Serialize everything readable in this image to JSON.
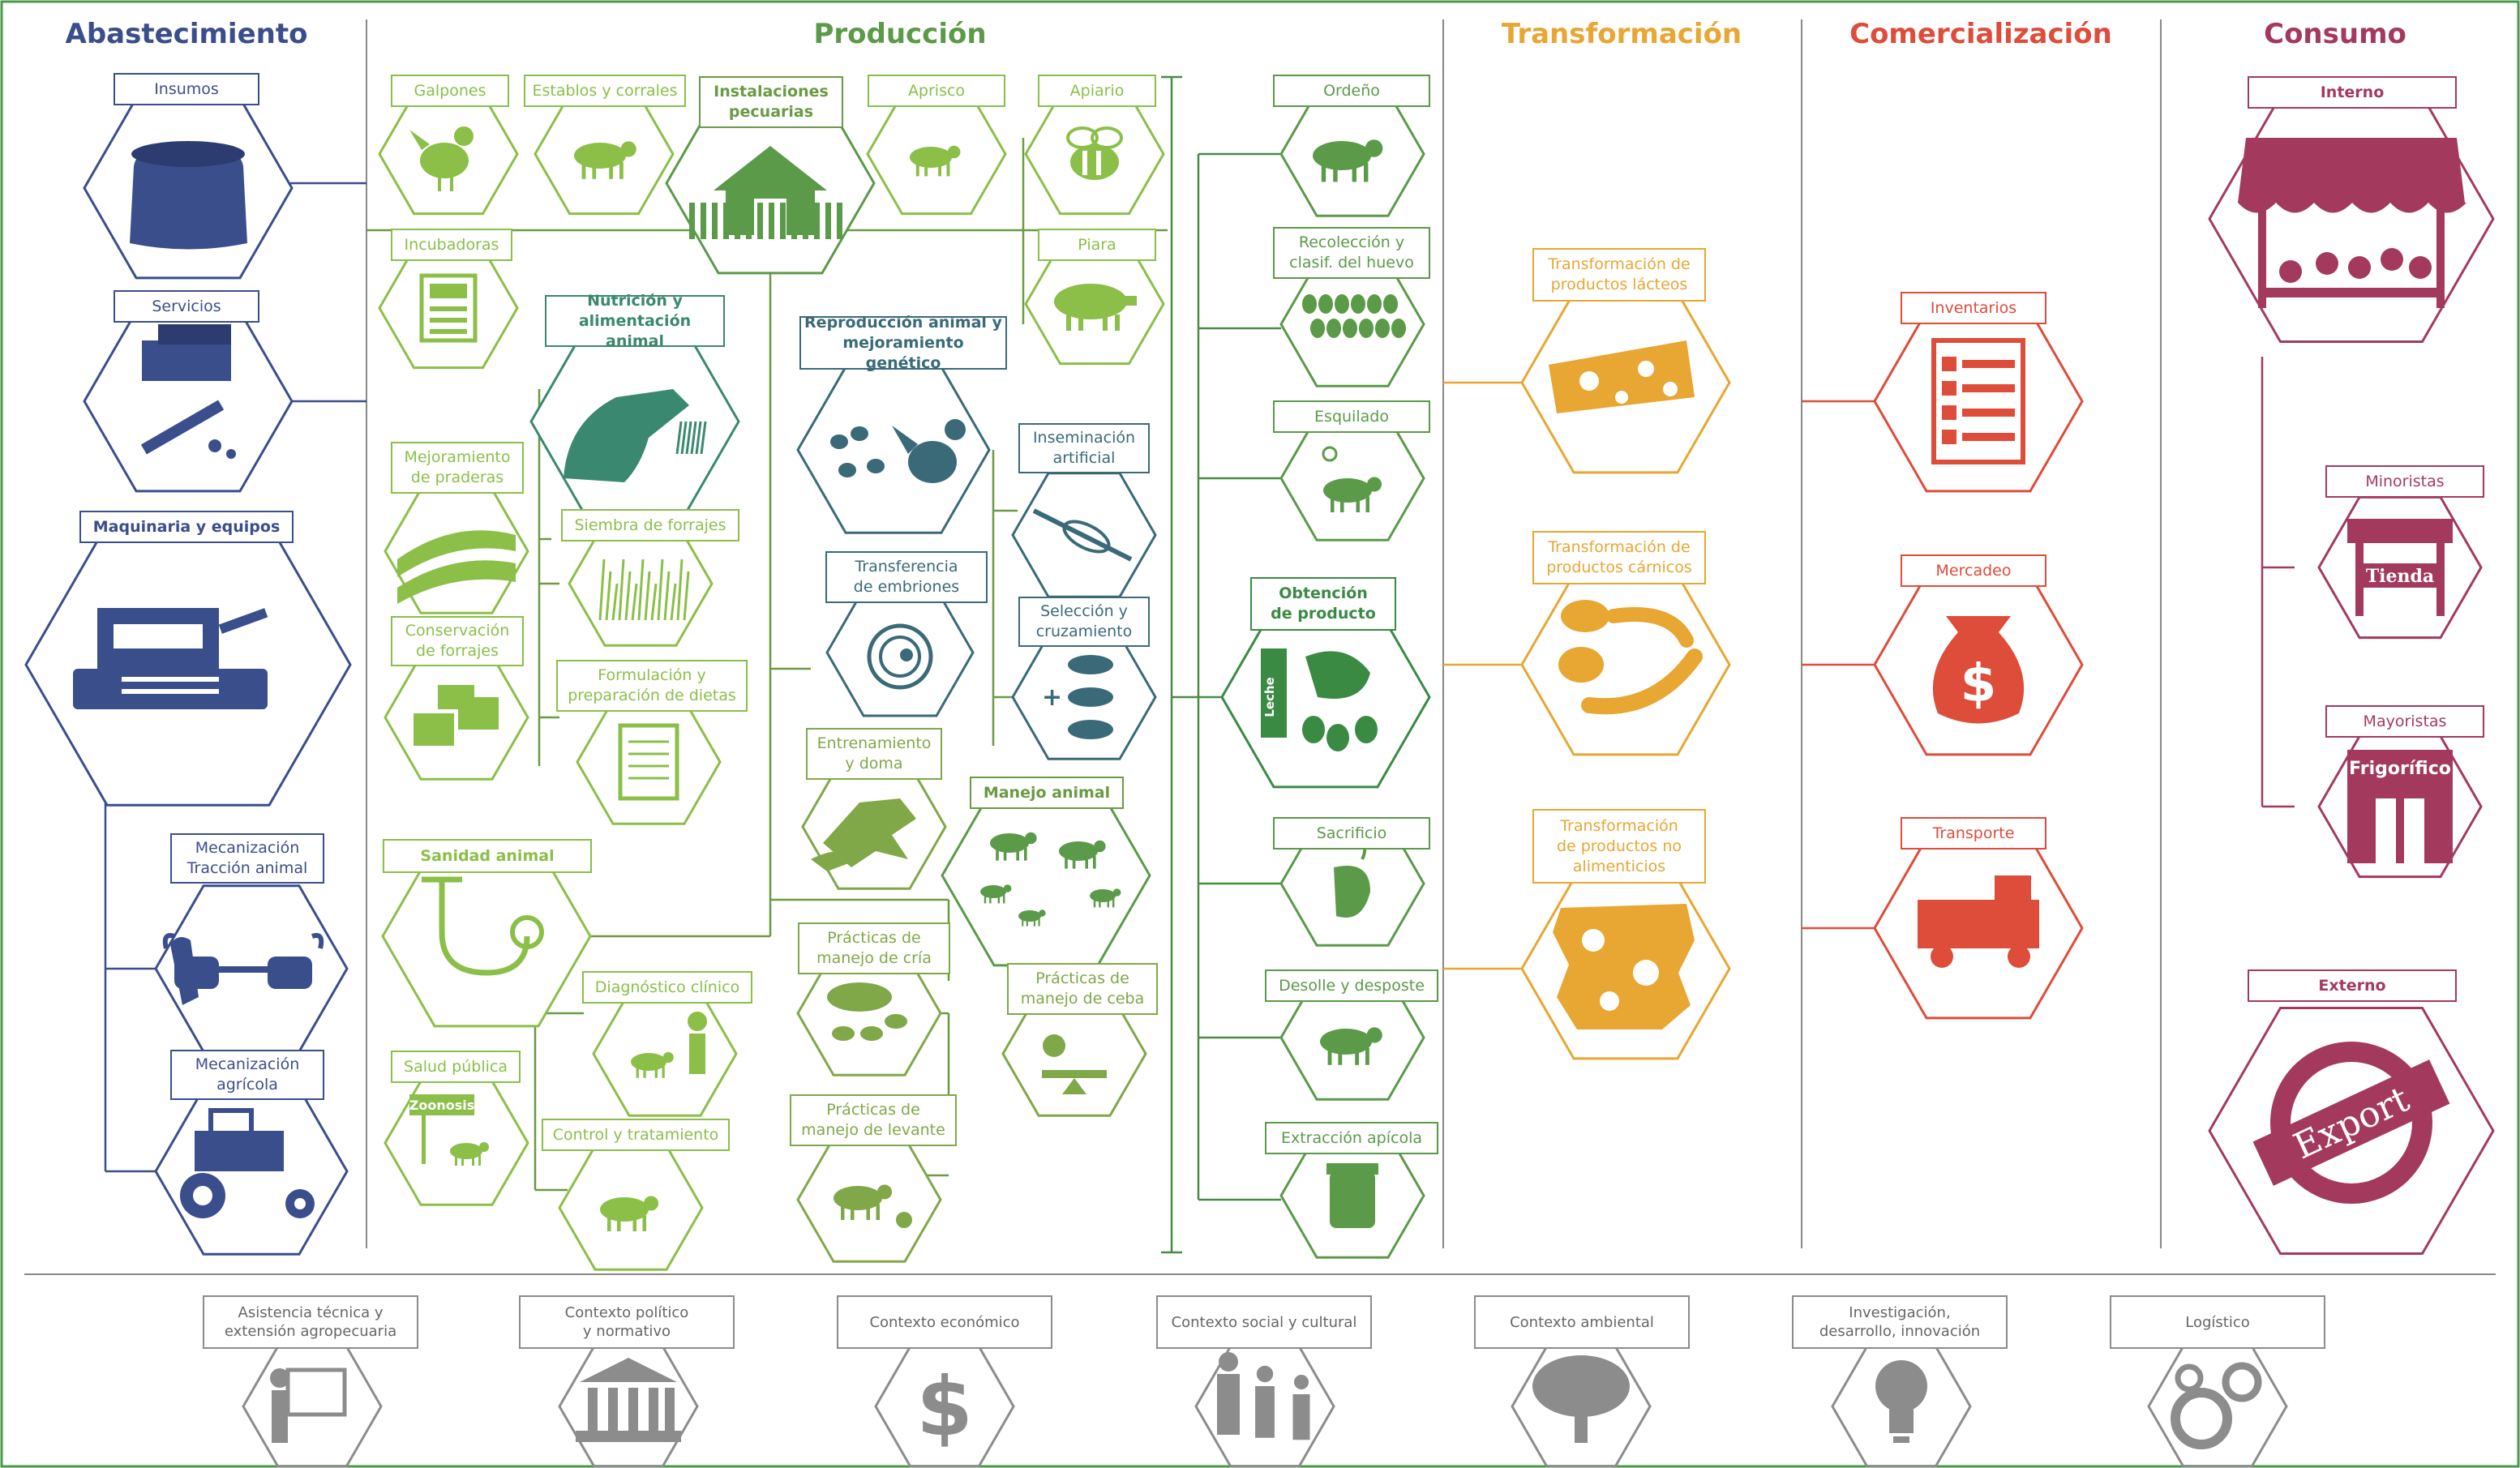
{
  "colors": {
    "abastecimiento": "#3b4e8c",
    "produccion_1": "#8bbf48",
    "produccion_2": "#5a9a48",
    "produccion_3": "#3a8870",
    "produccion_4": "#3a6a78",
    "produccion_5": "#80a848",
    "transformacion": "#e8a632",
    "comercializacion": "#de4c3a",
    "consumo": "#a33a5e",
    "contexto": "#8c8c8c",
    "frame": "#4a9a4a"
  },
  "sections": {
    "abastecimiento": "Abastecimiento",
    "produccion": "Producción",
    "transformacion": "Transformación",
    "comercializacion": "Comercialización",
    "consumo": "Consumo"
  },
  "abastecimiento": {
    "insumos": "Insumos",
    "servicios": "Servicios",
    "maquinaria": "Maquinaria y equipos",
    "mec_traccion": "Mecanización\nTracción animal",
    "mec_agricola": "Mecanización\nagrícola"
  },
  "produccion": {
    "galpones": "Galpones",
    "establos": "Establos y corrales",
    "instalaciones": "Instalaciones\npecuarias",
    "aprisco": "Aprisco",
    "apiario": "Apiario",
    "incubadoras": "Incubadoras",
    "piara": "Piara",
    "nutricion": "Nutrición y\nalimentación animal",
    "reproduccion": "Reproducción animal y\nmejoramiento genético",
    "mejoramiento_praderas": "Mejoramiento\nde praderas",
    "siembra_forrajes": "Siembra de forrajes",
    "inseminacion": "Inseminación\nartificial",
    "transferencia": "Transferencia\nde embriones",
    "conservacion": "Conservación\nde forrajes",
    "formulacion": "Formulación y\npreparación de dietas",
    "seleccion": "Selección y\ncruzamiento",
    "entrenamiento": "Entrenamiento\ny doma",
    "manejo_animal": "Manejo animal",
    "sanidad": "Sanidad animal",
    "practicas_cria": "Prácticas de\nmanejo de cría",
    "diagnostico": "Diagnóstico clínico",
    "practicas_ceba": "Prácticas de\nmanejo de ceba",
    "salud_publica": "Salud pública",
    "zoonosis": "Zoonosis",
    "control": "Control y tratamiento",
    "practicas_levante": "Prácticas de\nmanejo de levante",
    "ordeno": "Ordeño",
    "recoleccion": "Recolección y\nclasif. del huevo",
    "esquilado": "Esquilado",
    "obtencion": "Obtención\nde producto",
    "leche": "Leche",
    "sacrificio": "Sacrificio",
    "desolle": "Desolle y desposte",
    "extraccion": "Extracción apícola"
  },
  "transformacion": {
    "lacteos": "Transformación de\nproductos lácteos",
    "carnicos": "Transformación de\nproductos cárnicos",
    "no_alimenticios": "Transformación\nde productos no\nalimenticios"
  },
  "comercializacion": {
    "inventarios": "Inventarios",
    "mercadeo": "Mercadeo",
    "transporte": "Transporte"
  },
  "consumo": {
    "interno": "Interno",
    "minoristas": "Minoristas",
    "tienda": "Tienda",
    "mayoristas": "Mayoristas",
    "frigorifico": "Frigorífico",
    "externo": "Externo",
    "export": "Export"
  },
  "contexto": {
    "asistencia": "Asistencia técnica y\nextensión agropecuaria",
    "politico": "Contexto político\ny normativo",
    "economico": "Contexto económico",
    "social": "Contexto social y cultural",
    "ambiental": "Contexto ambiental",
    "investigacion": "Investigación,\ndesarrollo, innovación",
    "logistico": "Logístico"
  }
}
